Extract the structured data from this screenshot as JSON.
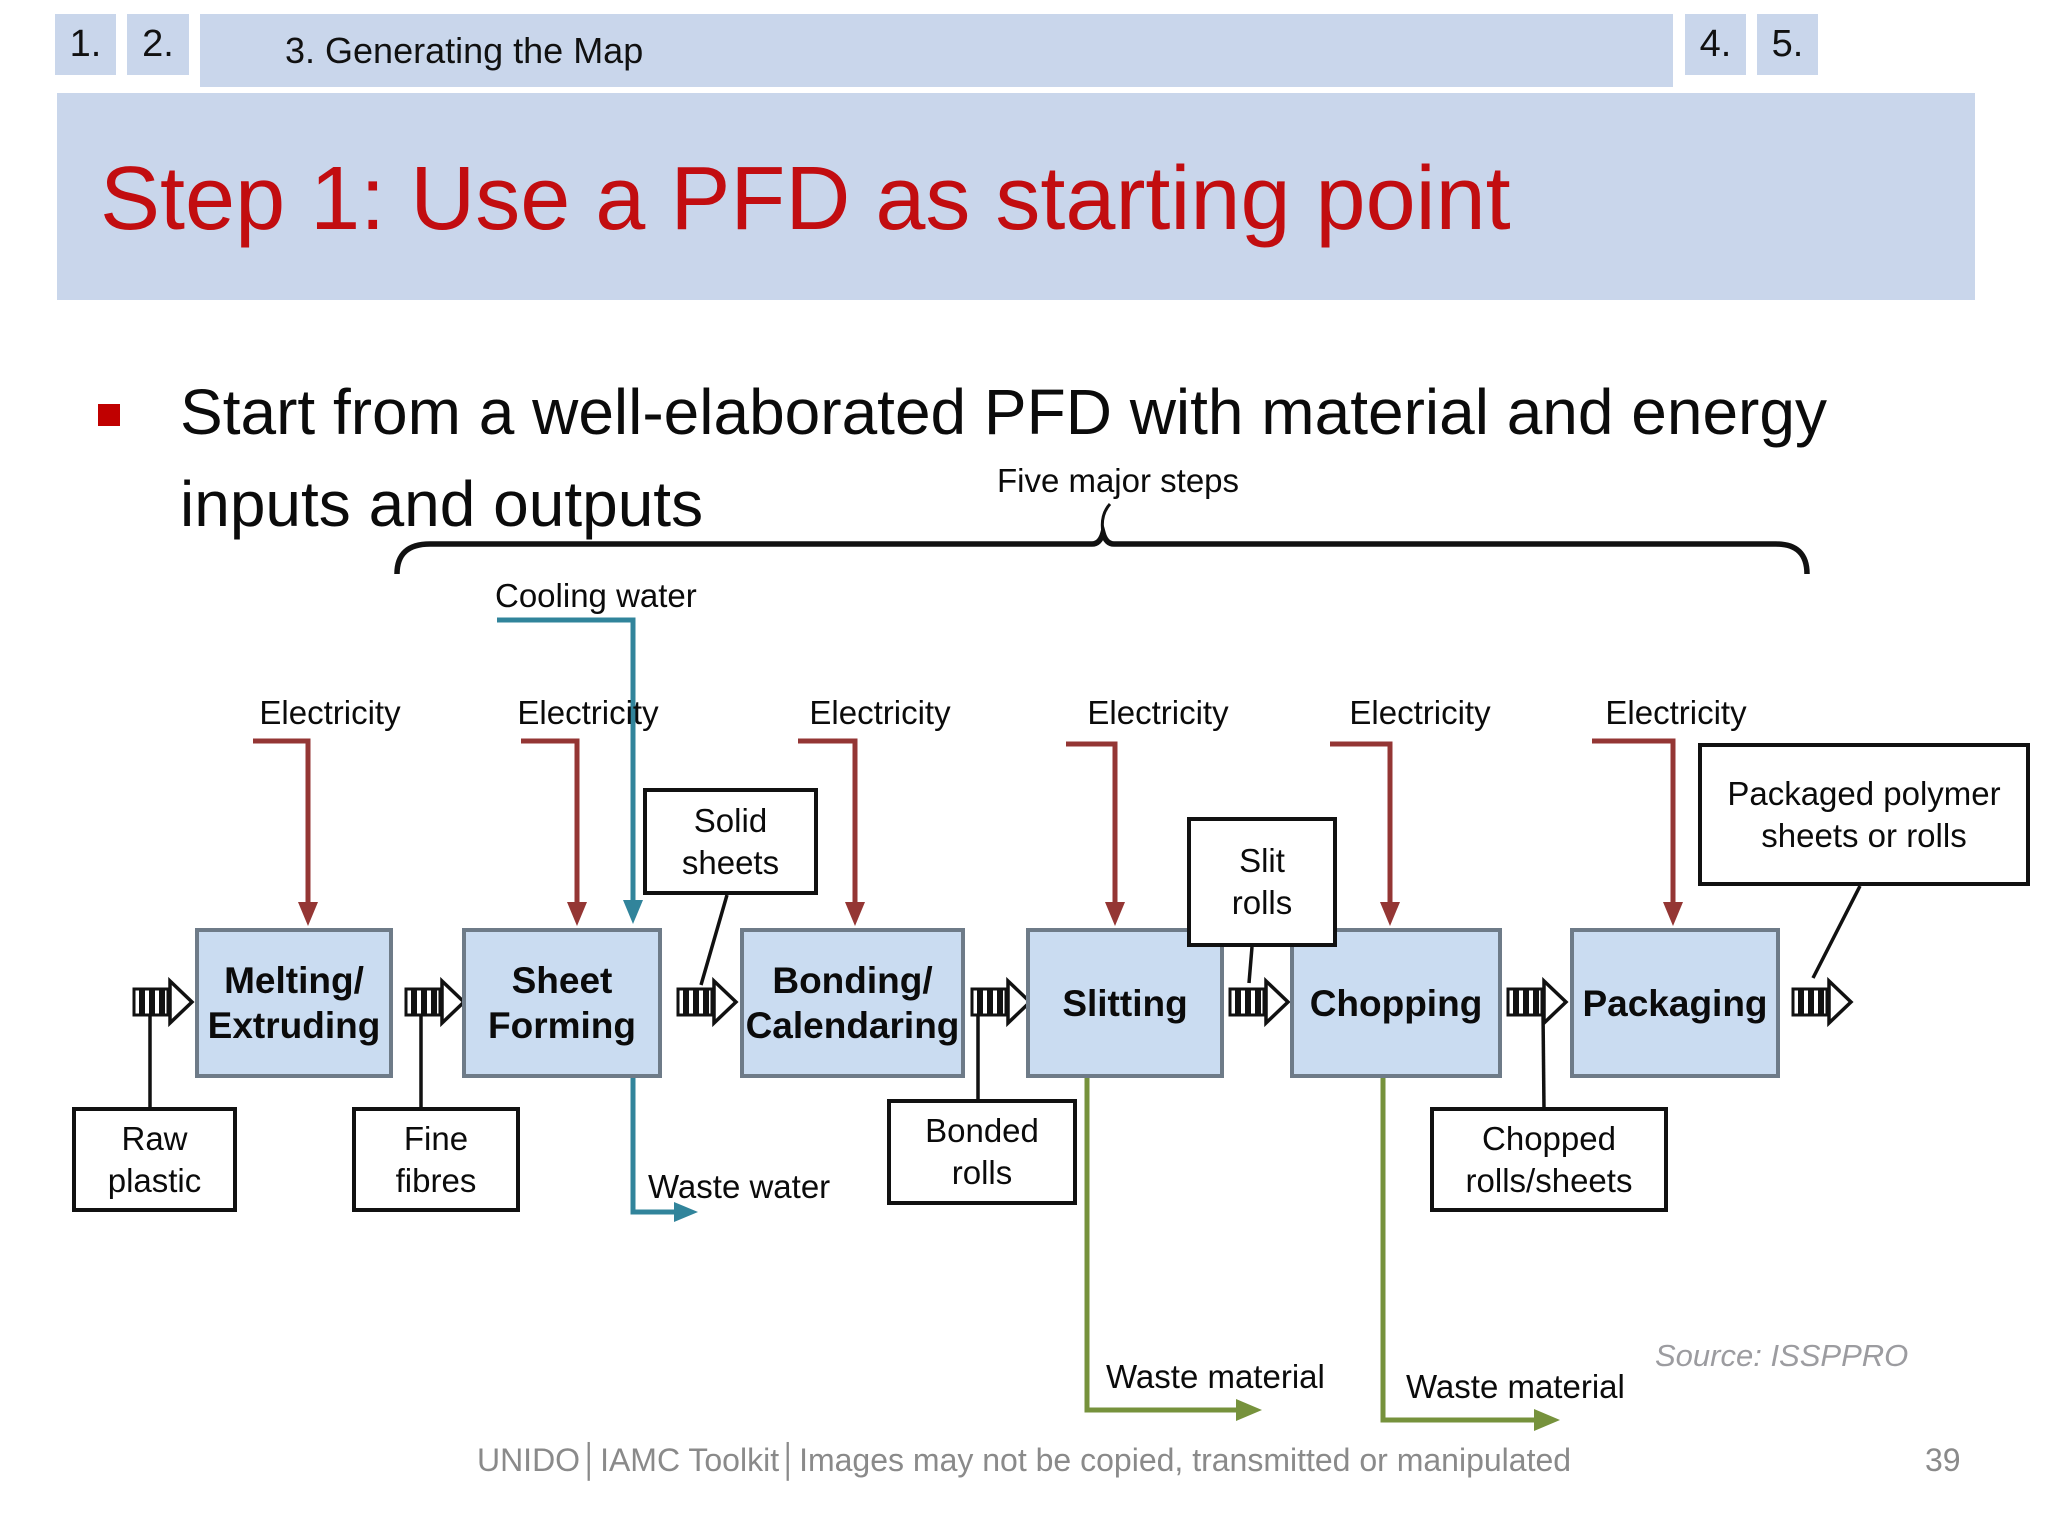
{
  "tabs": [
    "1.",
    "2.",
    "3. Generating the Map",
    "4.",
    "5."
  ],
  "title": "Step 1: Use a PFD as starting point",
  "bullet": "Start from a well-elaborated PFD with material and energy inputs and outputs",
  "diagram": {
    "annotation": "Five major steps",
    "cooling_water_label": "Cooling water",
    "electricity_labels": [
      "Electricity",
      "Electricity",
      "Electricity",
      "Electricity",
      "Electricity",
      "Electricity"
    ],
    "steps": [
      {
        "lines": [
          "Melting/",
          "Extruding"
        ]
      },
      {
        "lines": [
          "Sheet",
          "Forming"
        ]
      },
      {
        "lines": [
          "Bonding/",
          "Calendaring"
        ]
      },
      {
        "lines": [
          "Slitting"
        ]
      },
      {
        "lines": [
          "Chopping"
        ]
      },
      {
        "lines": [
          "Packaging"
        ]
      }
    ],
    "materials": {
      "raw_plastic": [
        "Raw",
        "plastic"
      ],
      "fine_fibres": [
        "Fine",
        "fibres"
      ],
      "solid_sheets": [
        "Solid",
        "sheets"
      ],
      "slit_rolls": [
        "Slit",
        "rolls"
      ],
      "bonded_rolls": [
        "Bonded",
        "rolls"
      ],
      "chopped_rolls": [
        "Chopped",
        "rolls/sheets"
      ],
      "packaged_polymer": [
        "Packaged polymer",
        "sheets or rolls"
      ]
    },
    "waste": {
      "water": "Waste water",
      "material_1": "Waste material",
      "material_2": "Waste material"
    }
  },
  "source": "Source: ISSPPRO",
  "footer": {
    "credit": "UNIDO│IAMC Toolkit│Images may not be copied, transmitted or manipulated",
    "page": "39"
  },
  "colors": {
    "header_blue": "#c9d6eb",
    "title_red": "#c20d10",
    "bullet_red": "#c00000",
    "process_box_fill": "#cadcf1",
    "process_box_border": "#6e7b88",
    "electricity_red": "#943634",
    "water_teal": "#31849b",
    "waste_olive": "#76923c",
    "footer_gray": "#8a8a8a"
  }
}
